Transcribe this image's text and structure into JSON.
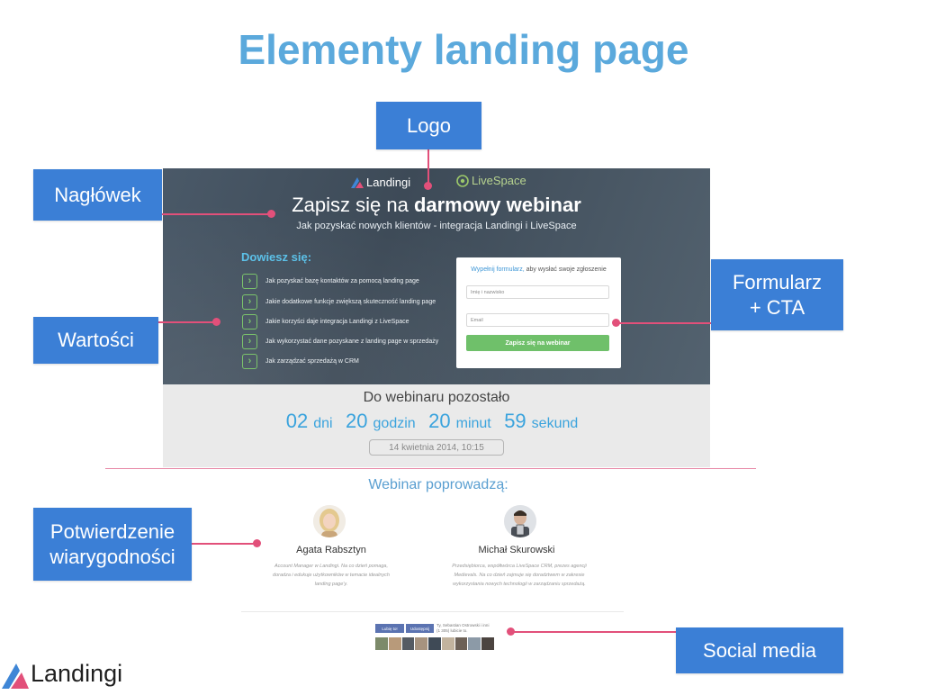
{
  "slide": {
    "title": "Elementy landing page"
  },
  "callouts": {
    "logo": "Logo",
    "naglowek": "Nagłówek",
    "wartosci": "Wartości",
    "formularz": "Formularz\n+ CTA",
    "potwierdzenie": "Potwierdzenie wiarygodności",
    "social": "Social media"
  },
  "landing": {
    "brand_landingi": "Landingi",
    "brand_livespace": "LiveSpace",
    "title_normal": "Zapisz się na ",
    "title_bold": "darmowy webinar",
    "subtitle": "Jak pozyskać nowych klientów - integracja Landingi i LiveSpace",
    "learn_heading": "Dowiesz się:",
    "benefits": [
      "Jak pozyskać bazę kontaktów za pomocą landing page",
      "Jakie dodatkowe funkcje zwiększą skuteczność landing page",
      "Jakie korzyści daje integracja Landingi z LiveSpace",
      "Jak wykorzystać dane pozyskane z landing page w sprzedaży",
      "Jak zarządzać sprzedażą w CRM"
    ],
    "form": {
      "head_highlight": "Wypełnij formularz,",
      "head_rest": " aby wysłać swoje zgłoszenie",
      "name_placeholder": "Imię i nazwisko",
      "email_placeholder": "Email",
      "cta": "Zapisz się na webinar"
    },
    "countdown": {
      "title": "Do webinaru pozostało",
      "days": "02",
      "days_label": "dni",
      "hours": "20",
      "hours_label": "godzin",
      "minutes": "20",
      "minutes_label": "minut",
      "seconds": "59",
      "seconds_label": "sekund",
      "date": "14 kwietnia 2014, 10:15"
    },
    "hosts_title": "Webinar poprowadzą:",
    "hosts": [
      {
        "name": "Agata Rabsztyn",
        "desc": "Account Manager w Landingi. Na co dzień pomaga, doradza i edukuje użytkowników w temacie idealnych landing page'y."
      },
      {
        "name": "Michał Skurowski",
        "desc": "Przedsiębiorca, współtwórca LiveSpace CRM, prezes agencji Medievals. Na co dzień zajmuje się doradztwem w zakresie wykorzystania nowych technologii w zarządzaniu sprzedażą."
      }
    ],
    "social": {
      "like": "Lubię to!",
      "recommend": "Udostępnij",
      "text": "Ty, Sebastian Ostrowski i inni\n(1 305) lubicie to."
    }
  },
  "footer": {
    "brand": "Landingi"
  },
  "colors": {
    "title": "#5ba9dc",
    "callout": "#3b7fd6",
    "connector": "#e2507a",
    "cta": "#6fc06a"
  }
}
